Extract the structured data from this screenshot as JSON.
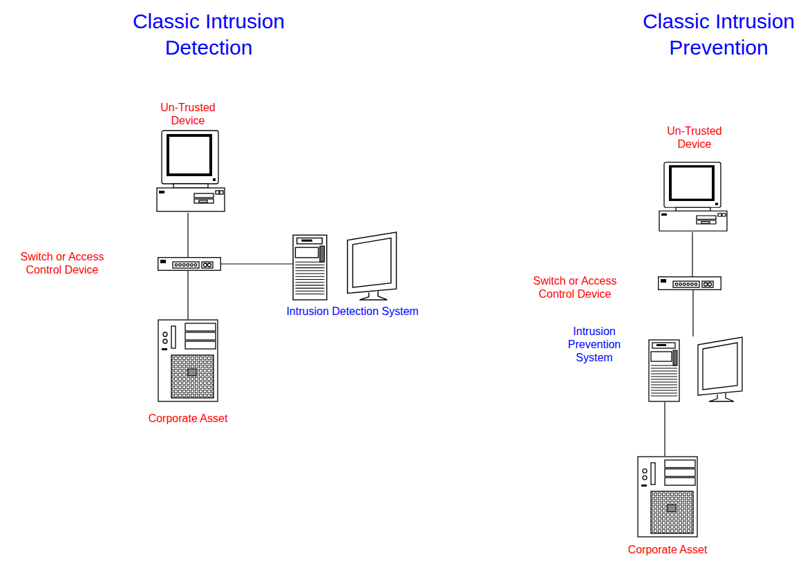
{
  "diagram": {
    "nodes": [
      {
        "text": [
          "Un-Trusted Device"
        ]
      },
      {
        "text": [
          "Switch or Access Control Device"
        ]
      },
      {
        "text": [
          "Intrusion Detection System"
        ]
      },
      {
        "text": [
          "Corporate Asset"
        ]
      },
      {
        "text": [
          "Un-Trusted Device"
        ]
      },
      {
        "text": [
          "Switch or Access Control Device"
        ]
      },
      {
        "text": [
          "Intrusion Prevention System"
        ]
      },
      {
        "text": [
          "Corporate Asset"
        ]
      }
    ],
    "edges": [
      {
        "from": 0,
        "to": 1,
        "arrow": "none"
      },
      {
        "from": 1,
        "to": 3,
        "arrow": "none"
      },
      {
        "from": 1,
        "to": 2,
        "arrow": "none"
      },
      {
        "from": 4,
        "to": 5,
        "arrow": "none"
      },
      {
        "from": 5,
        "to": 6,
        "arrow": "none"
      },
      {
        "from": 6,
        "to": 7,
        "arrow": "none"
      }
    ],
    "labels": [
      "Classic Intrusion Detection",
      "Classic Intrusion Prevention"
    ]
  }
}
